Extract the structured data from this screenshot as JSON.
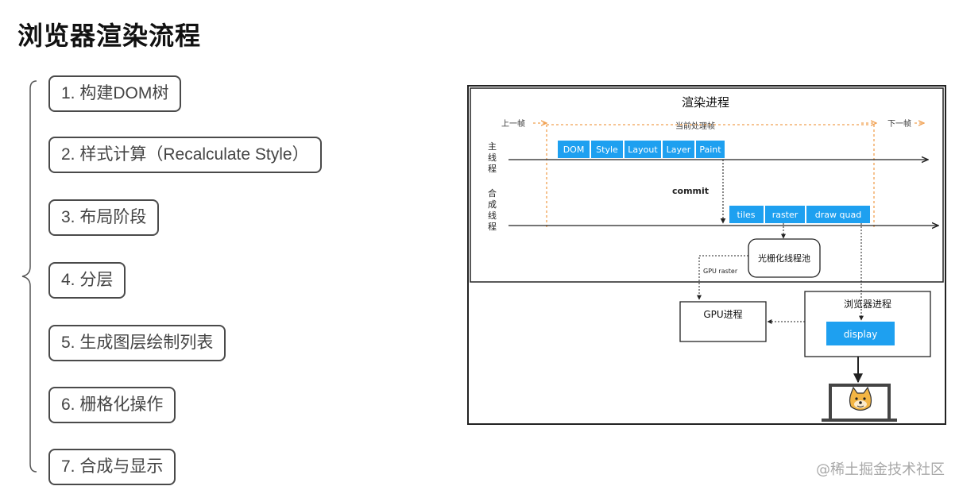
{
  "title": "浏览器渲染流程",
  "steps": [
    "1. 构建DOM树",
    "2. 样式计算（Recalculate  Style）",
    "3. 布局阶段",
    "4. 分层",
    "5. 生成图层绘制列表",
    "6.  栅格化操作",
    "7. 合成与显示"
  ],
  "diagram": {
    "title": "渲染进程",
    "prev_frame": "上一帧",
    "current_frame": "当前处理帧",
    "next_frame": "下一帧",
    "main_thread": [
      "主",
      "线",
      "程"
    ],
    "compositor_thread": [
      "合",
      "成",
      "线",
      "程"
    ],
    "main_stages": [
      "DOM",
      "Style",
      "Layout",
      "Layer",
      "Paint"
    ],
    "commit": "commit",
    "compositor_stages": [
      "tiles",
      "raster",
      "draw quad"
    ],
    "raster_pool": "光栅化线程池",
    "gpu_raster": "GPU raster",
    "gpu_process": "GPU进程",
    "browser_process": "浏览器进程",
    "display": "display",
    "colors": {
      "stage": "#1ea0f0",
      "frame_line": "#f0a050",
      "border": "#222222"
    }
  },
  "watermark": "@稀土掘金技术社区"
}
